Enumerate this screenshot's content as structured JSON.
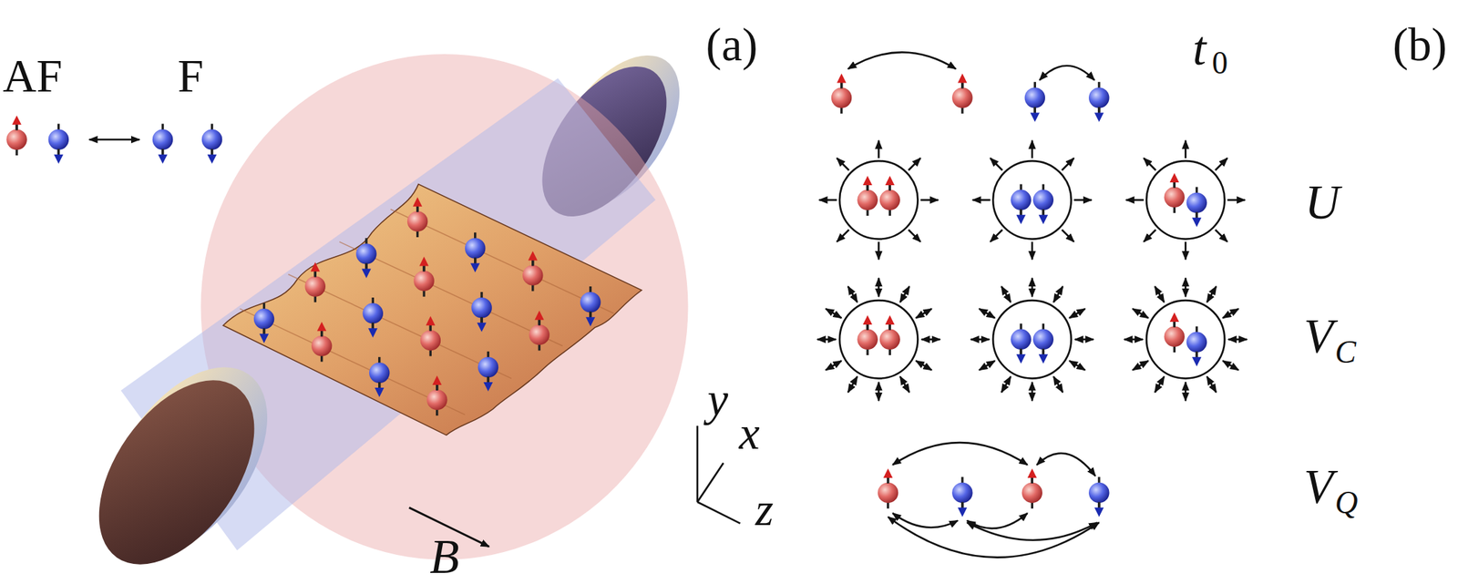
{
  "diagram": {
    "labels": [
      "AF",
      "F",
      "(a)",
      "t",
      "0",
      "(b)",
      "U",
      "V",
      "C",
      "y",
      "x",
      "V",
      "Q",
      "B",
      "z"
    ]
  }
}
